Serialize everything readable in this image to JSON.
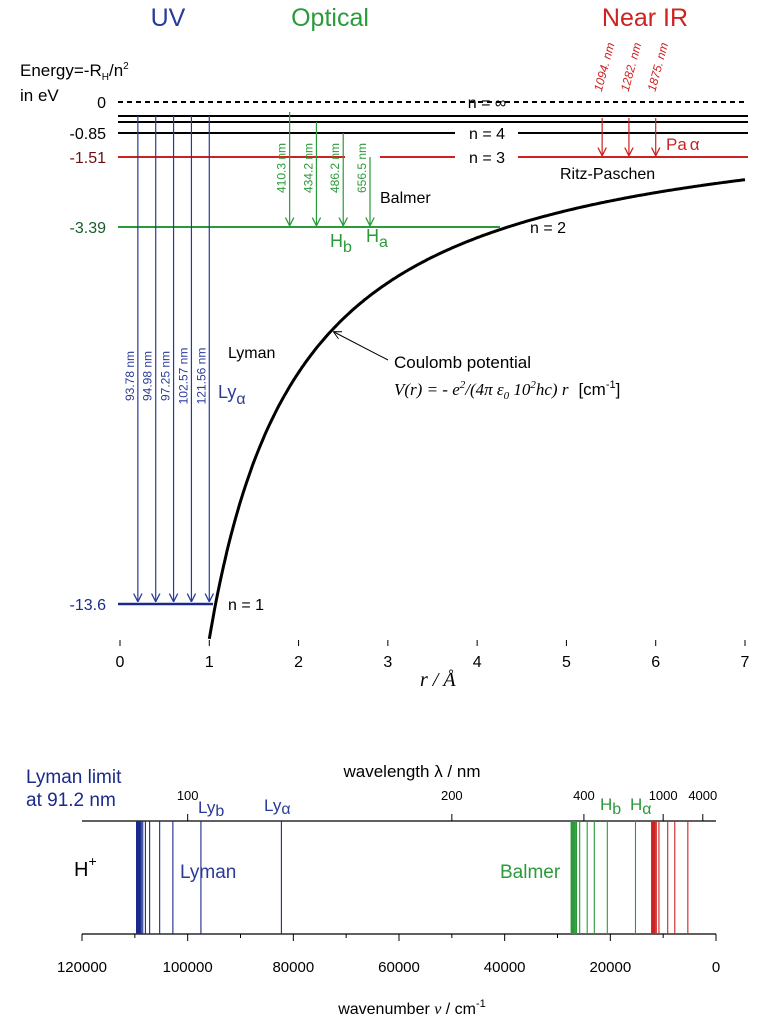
{
  "regions": {
    "uv": "UV",
    "optical": "Optical",
    "near_ir": "Near IR"
  },
  "energy_axis": {
    "title_line1": "Energy=-R",
    "title_sub": "H",
    "title_rest": "/n",
    "title_sup": "2",
    "title_line2": "in eV"
  },
  "levels": [
    {
      "n_label": "n = ∞",
      "energy_label": "0",
      "energy": 0,
      "color": "#000000"
    },
    {
      "n_label": "n = 4",
      "energy_label": "-0.85",
      "energy": -0.85,
      "color": "#000000"
    },
    {
      "n_label": "n = 3",
      "energy_label": "-1.51",
      "energy": -1.51,
      "color": "#cc2222"
    },
    {
      "n_label": "n = 2",
      "energy_label": "-3.39",
      "energy": -3.39,
      "color": "#2a9a3a"
    },
    {
      "n_label": "n = 1",
      "energy_label": "-13.6",
      "energy": -13.6,
      "color": "#1a2a8a"
    }
  ],
  "lyman": {
    "label": "Lyman",
    "ly_alpha": "Ly",
    "ly_alpha_sub": "α",
    "color": "#2a3a9a",
    "transitions": [
      {
        "wavelength_label": "93.78 nm",
        "r": 0.2
      },
      {
        "wavelength_label": "94.98 nm",
        "r": 0.4
      },
      {
        "wavelength_label": "97.25 nm",
        "r": 0.6
      },
      {
        "wavelength_label": "102.57 nm",
        "r": 0.8
      },
      {
        "wavelength_label": "121.56 nm",
        "r": 1.0
      }
    ]
  },
  "balmer": {
    "label": "Balmer",
    "h_beta": "H",
    "h_beta_sub": "b",
    "h_alpha": "H",
    "h_alpha_sub": "a",
    "color": "#2a9a3a",
    "transitions": [
      {
        "wavelength_label": "410.3 nm",
        "r": 1.9,
        "from": "inf"
      },
      {
        "wavelength_label": "434.2 nm",
        "r": 2.2,
        "from": "n5"
      },
      {
        "wavelength_label": "486.2 nm",
        "r": 2.5,
        "from": "n4"
      },
      {
        "wavelength_label": "656.5 nm",
        "r": 2.8,
        "from": "n3"
      }
    ]
  },
  "paschen": {
    "label": "Ritz-Paschen",
    "pa_alpha": "Pa",
    "pa_alpha_sub": "α",
    "color": "#cc2222",
    "transitions": [
      {
        "wavelength_label": "1094. nm",
        "r": 5.4
      },
      {
        "wavelength_label": "1282. nm",
        "r": 5.7
      },
      {
        "wavelength_label": "1875. nm",
        "r": 6.0
      }
    ]
  },
  "coulomb": {
    "label": "Coulomb potential",
    "formula_lhs": "V(r) = - e",
    "formula_sup": "2",
    "formula_mid": "/(4π ε",
    "formula_sub": "0",
    "formula_rest": " 10",
    "formula_sup2": "2",
    "formula_end": "hc) r",
    "unit_open": "[cm",
    "unit_sup": "-1",
    "unit_close": "]"
  },
  "r_axis": {
    "label_r": "r",
    "label_slash": " / ",
    "label_unit": "Å",
    "ticks": [
      "0",
      "1",
      "2",
      "3",
      "4",
      "5",
      "6",
      "7"
    ],
    "range": [
      0,
      7
    ]
  },
  "spectrum": {
    "lyman_limit_line1": "Lyman limit",
    "lyman_limit_line2": "at 91.2 nm",
    "wavelength_title": "wavelength  λ / nm",
    "wavelength_ticks": [
      {
        "label": "100",
        "wavenumber": 100000
      },
      {
        "label": "200",
        "wavenumber": 50000
      },
      {
        "label": "400",
        "wavenumber": 25000
      },
      {
        "label": "1000",
        "wavenumber": 10000
      },
      {
        "label": "4000",
        "wavenumber": 2500
      }
    ],
    "ion": "H",
    "ion_sup": "+",
    "lyman_label": "Lyman",
    "balmer_label": "Balmer",
    "ly_b": "Ly",
    "ly_b_sub": "b",
    "ly_a": "Ly",
    "ly_a_sub": "α",
    "h_b": "H",
    "h_b_sub": "b",
    "h_a": "H",
    "h_a_sub": "α",
    "wavenumber_title_pre": "wavenumber  ",
    "wavenumber_symbol": "ν",
    "wavenumber_title_post": " / cm",
    "wavenumber_sup": "-1",
    "wavenumber_ticks": [
      "120000",
      "100000",
      "80000",
      "60000",
      "40000",
      "20000",
      "0"
    ],
    "wavenumber_range": [
      120000,
      0
    ],
    "lyman_lines": [
      109678,
      109500,
      109350,
      109200,
      109050,
      108800,
      108500,
      108000,
      107200,
      105300,
      102800,
      97490,
      82259
    ],
    "balmer_lines": [
      27420,
      27300,
      27150,
      26950,
      26700,
      26400,
      25800,
      24380,
      23030,
      20570,
      15240
    ],
    "paschen_lines": [
      12190,
      12100,
      12000,
      11850,
      11650,
      11300,
      10800,
      9140,
      7800,
      5330
    ]
  }
}
